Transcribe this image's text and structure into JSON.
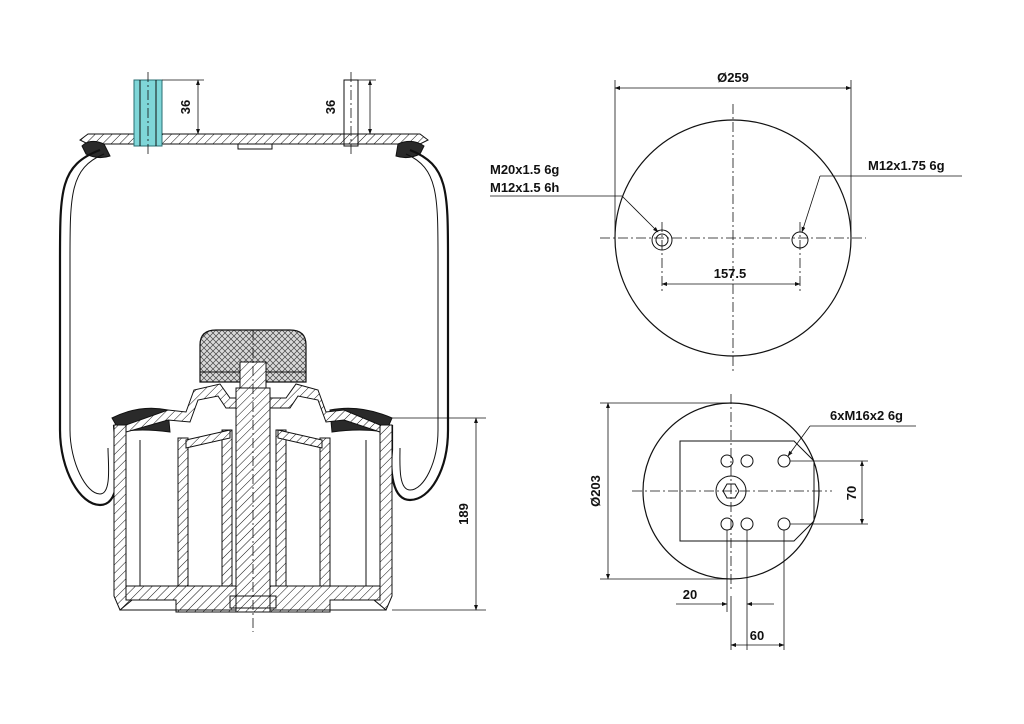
{
  "dimensions": {
    "side_stud_left_height": "36",
    "side_stud_right_height": "36",
    "side_piston_height": "189",
    "top_diameter": "Ø259",
    "top_hole_spacing": "157.5",
    "bottom_diameter": "Ø203",
    "bottom_vertical": "70",
    "bottom_x_offset_small": "20",
    "bottom_x_offset_large": "60"
  },
  "labels": {
    "thread_left_line1": "M20x1.5 6g",
    "thread_left_line2": "M12x1.5 6h",
    "thread_right": "M12x1.75 6g",
    "bolt_pattern": "6xM16x2 6g"
  },
  "colors": {
    "line": "#111111",
    "air_fitting": "#7fd6d8"
  }
}
